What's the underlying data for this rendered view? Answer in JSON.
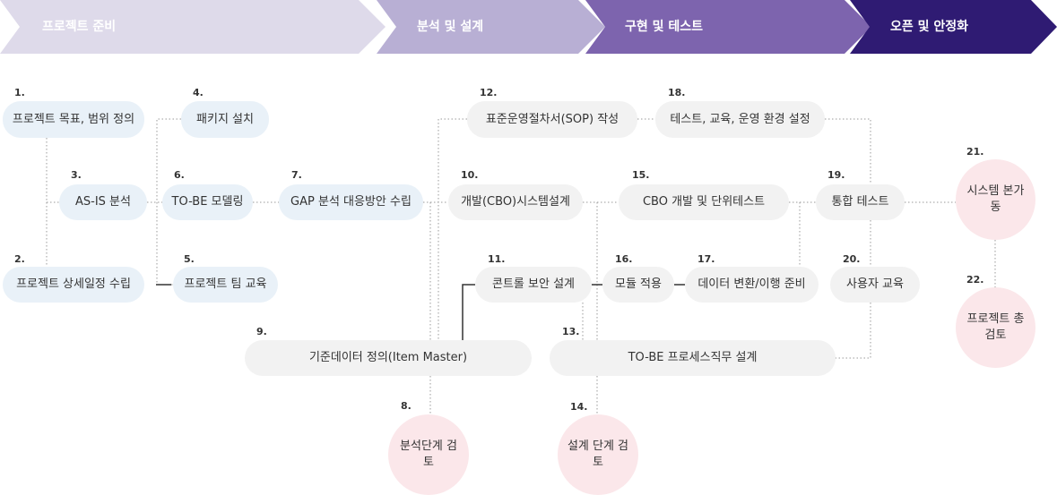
{
  "colors": {
    "stage1_fill": "#dedaea",
    "stage1_text": "#ffffff",
    "stage2_fill": "#b8afd4",
    "stage2_text": "#ffffff",
    "stage3_fill": "#7d64ae",
    "stage3_text": "#ffffff",
    "stage4_fill": "#2f1b73",
    "stage4_text": "#ffffff",
    "blue_box": "#e9f1f8",
    "grey_box": "#f2f2f2",
    "pink_circle": "#fbe7ea",
    "solid_line": "#333333",
    "dotted_line": "#999999"
  },
  "stages": [
    "프로젝트 준비",
    "분석 및 설계",
    "구현 및 테스트",
    "오픈 및 안정화"
  ],
  "steps": {
    "s1": {
      "num": "1.",
      "label": "프로젝트 목표, 범위 정의"
    },
    "s2": {
      "num": "2.",
      "label": "프로젝트 상세일정 수립"
    },
    "s3": {
      "num": "3.",
      "label": "AS-IS 분석"
    },
    "s4": {
      "num": "4.",
      "label": "패키지 설치"
    },
    "s5": {
      "num": "5.",
      "label": "프로젝트 팀 교육"
    },
    "s6": {
      "num": "6.",
      "label": "TO-BE 모델링"
    },
    "s7": {
      "num": "7.",
      "label": "GAP 분석 대응방안 수립"
    },
    "s8": {
      "num": "8.",
      "label": "분석단계 검토"
    },
    "s9": {
      "num": "9.",
      "label": "기준데이터 정의(Item Master)"
    },
    "s10": {
      "num": "10.",
      "label": "개발(CBO)시스템설계"
    },
    "s11": {
      "num": "11.",
      "label": "콘트롤 보안 설계"
    },
    "s12": {
      "num": "12.",
      "label": "표준운영절차서(SOP) 작성"
    },
    "s13": {
      "num": "13.",
      "label": "TO-BE 프로세스직무 설계"
    },
    "s14": {
      "num": "14.",
      "label": "설계 단계 검토"
    },
    "s15": {
      "num": "15.",
      "label": "CBO 개발 및 단위테스트"
    },
    "s16": {
      "num": "16.",
      "label": "모듈 적용"
    },
    "s17": {
      "num": "17.",
      "label": "데이터 변환/이행 준비"
    },
    "s18": {
      "num": "18.",
      "label": "테스트, 교육, 운영 환경 설정"
    },
    "s19": {
      "num": "19.",
      "label": "통합 테스트"
    },
    "s20": {
      "num": "20.",
      "label": "사용자 교육"
    },
    "s21": {
      "num": "21.",
      "label": "시스템 본가동"
    },
    "s22": {
      "num": "22.",
      "label": "프로젝트 총 검토"
    }
  }
}
